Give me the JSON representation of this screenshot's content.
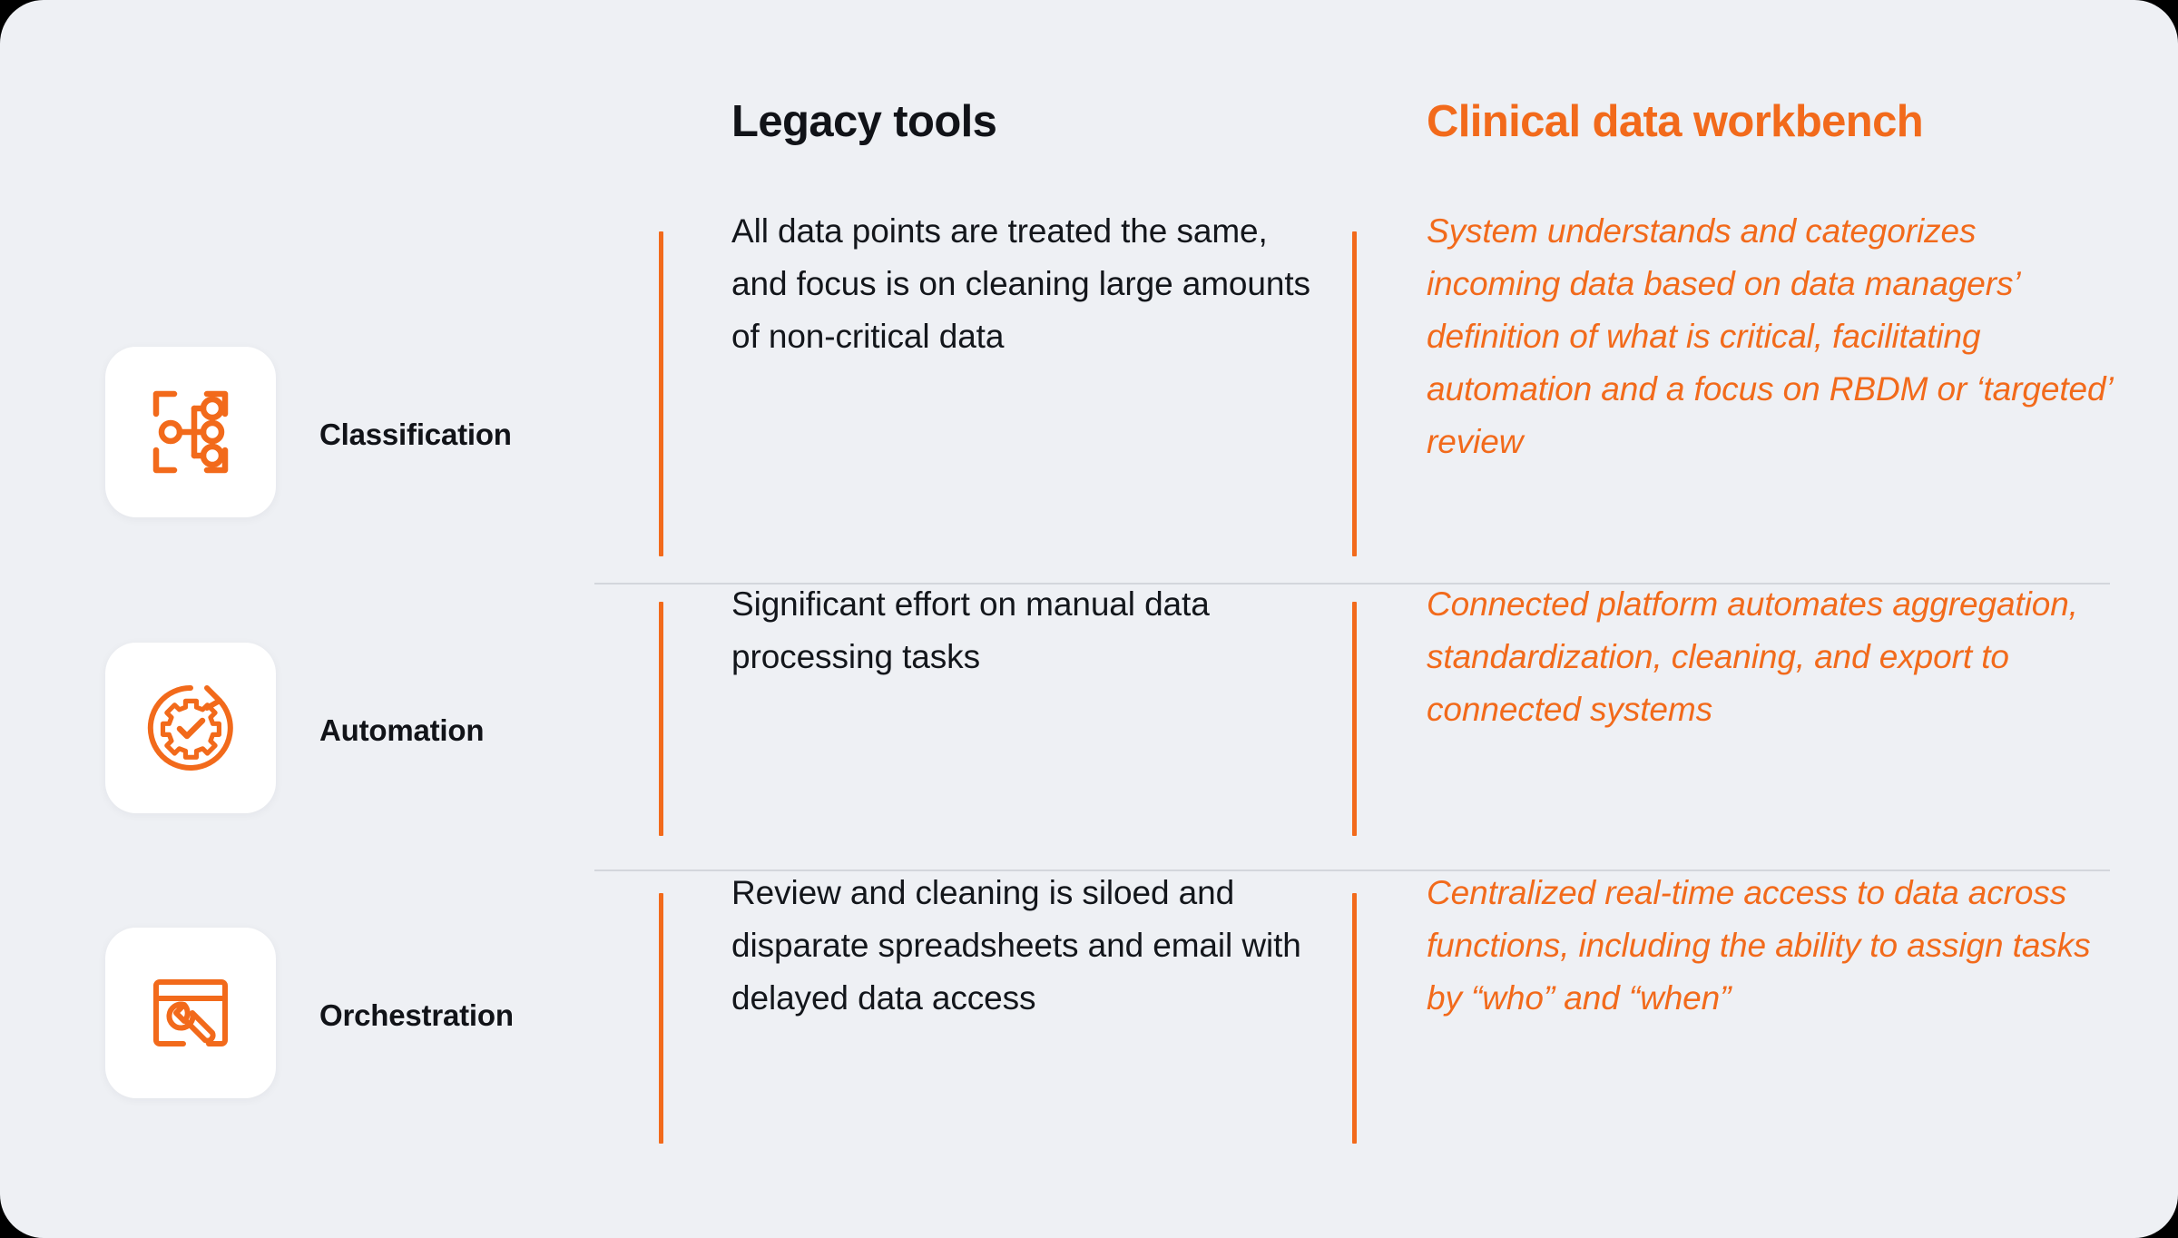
{
  "canvas": {
    "background": "#eef0f4",
    "accent": "#f26a1b",
    "text": "#13161b",
    "divider": "#d3d6dc",
    "tile": "#ffffff"
  },
  "header": {
    "legacy_label": "Legacy tools",
    "workbench_label": "Clinical data workbench"
  },
  "rows": [
    {
      "icon": "classification-nodes-icon",
      "label": "Classification",
      "legacy": "All data points are treated the same, and focus is on cleaning large amounts of non-critical data",
      "workbench": "System understands and categorizes incoming data based on data managers’ definition of what is critical, facilitating automation and a focus on RBDM or ‘targeted’ review"
    },
    {
      "icon": "automation-gear-refresh-icon",
      "label": "Automation",
      "legacy": "Significant effort on manual data processing tasks",
      "workbench": "Connected platform automates aggregation, standardization, cleaning, and export to connected systems"
    },
    {
      "icon": "orchestration-window-wrench-icon",
      "label": "Orchestration",
      "legacy": "Review and cleaning is siloed and disparate spreadsheets and email with delayed data access",
      "workbench": "Centralized real-time access to data across functions, including the ability to assign tasks by “who” and “when”"
    }
  ]
}
